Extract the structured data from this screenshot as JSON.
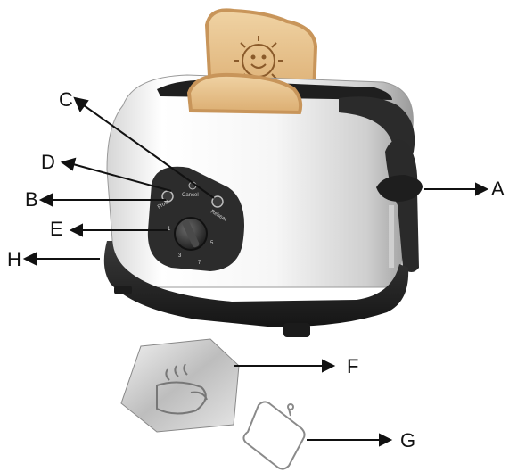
{
  "callouts": {
    "A": "A",
    "B": "B",
    "C": "C",
    "D": "D",
    "E": "E",
    "F": "F",
    "G": "G",
    "H": "H"
  },
  "panel": {
    "left_button": "Frost",
    "center_button": "Cancel",
    "right_button": "Reheat",
    "dial_ticks": [
      "1",
      "3",
      "5",
      "7"
    ]
  },
  "colors": {
    "body": "#f4f4f4",
    "trim": "#2b2b2b",
    "toast": "#e8c48f",
    "crust": "#c8955a",
    "arrow": "#111111"
  }
}
